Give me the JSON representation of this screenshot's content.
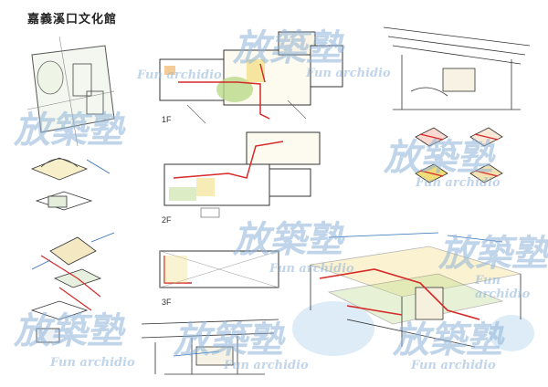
{
  "page": {
    "title": "嘉義溪口文化館",
    "floor_labels": [
      "1F",
      "2F",
      "3F"
    ],
    "watermark": {
      "main": "放築塾",
      "sub": "Fun archidio"
    }
  },
  "colors": {
    "ink": "#2b2b2b",
    "red_path": "#d42a2a",
    "green_wash": "#b9d98a",
    "blue_wash": "#9ec9e6",
    "yellow_wash": "#f1dc7a",
    "watermark": "#8fb4d9"
  }
}
